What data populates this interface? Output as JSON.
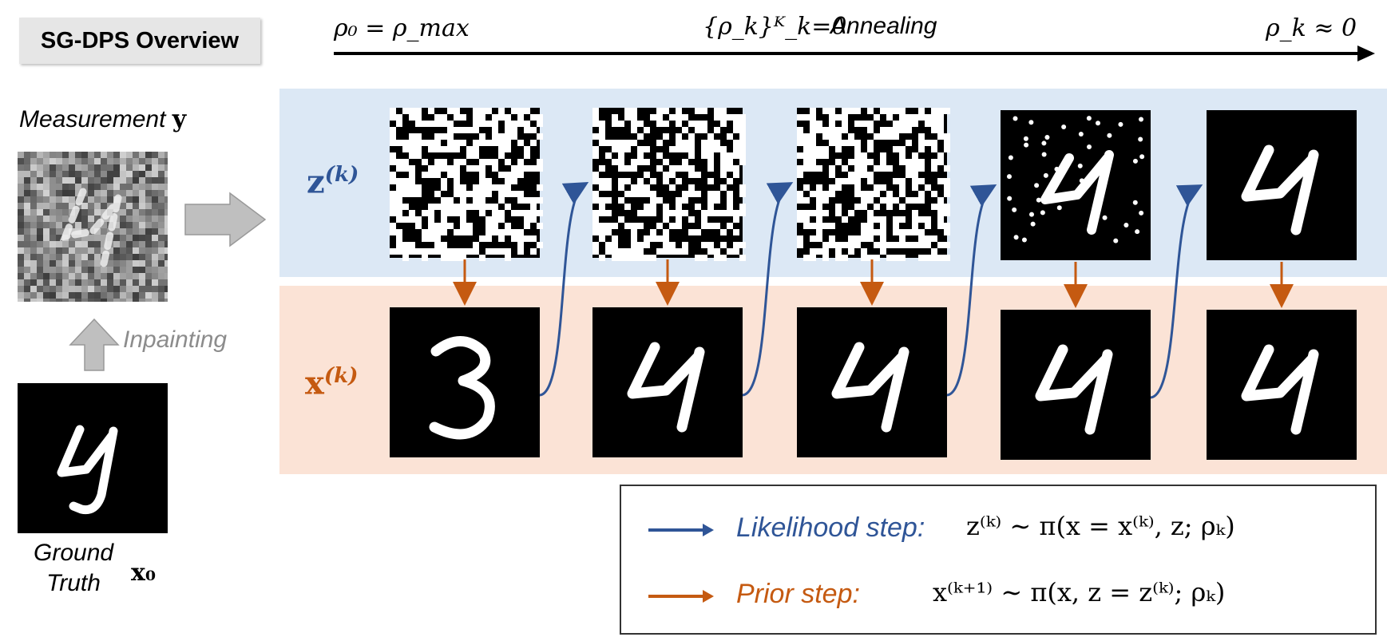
{
  "title": "SG-DPS Overview",
  "annealing": {
    "start": "ρ₀ = ρ_max",
    "middle_math": "{ρ_k}ᴷ_k=0",
    "middle_word": "Annealing",
    "end": "ρ_k ≈ 0"
  },
  "measurement": {
    "label": "Measurement",
    "symbol": "y"
  },
  "inpainting": "Inpainting",
  "ground_truth": {
    "line1": "Ground",
    "line2": "Truth",
    "symbol": "x₀"
  },
  "rows": {
    "z_label": "z",
    "z_sup": "(k)",
    "x_label": "x",
    "x_sup": "(k)"
  },
  "z_tiles": [
    "noisy",
    "noisy",
    "noisy",
    "sparse-four",
    "four"
  ],
  "x_tiles": [
    "three",
    "four",
    "four",
    "four",
    "four"
  ],
  "legend": {
    "likelihood_label": "Likelihood step:",
    "likelihood_eq": "z⁽ᵏ⁾ ∼ π(x = x⁽ᵏ⁾, z; ρₖ)",
    "prior_label": "Prior step:",
    "prior_eq": "x⁽ᵏ⁺¹⁾ ∼ π(x, z = z⁽ᵏ⁾; ρₖ)"
  },
  "colors": {
    "blue": "#2f5597",
    "orange": "#c55a11",
    "band_blue": "#dce8f5",
    "band_orange": "#fbe3d6",
    "gray_arrow": "#bfbfbf"
  }
}
